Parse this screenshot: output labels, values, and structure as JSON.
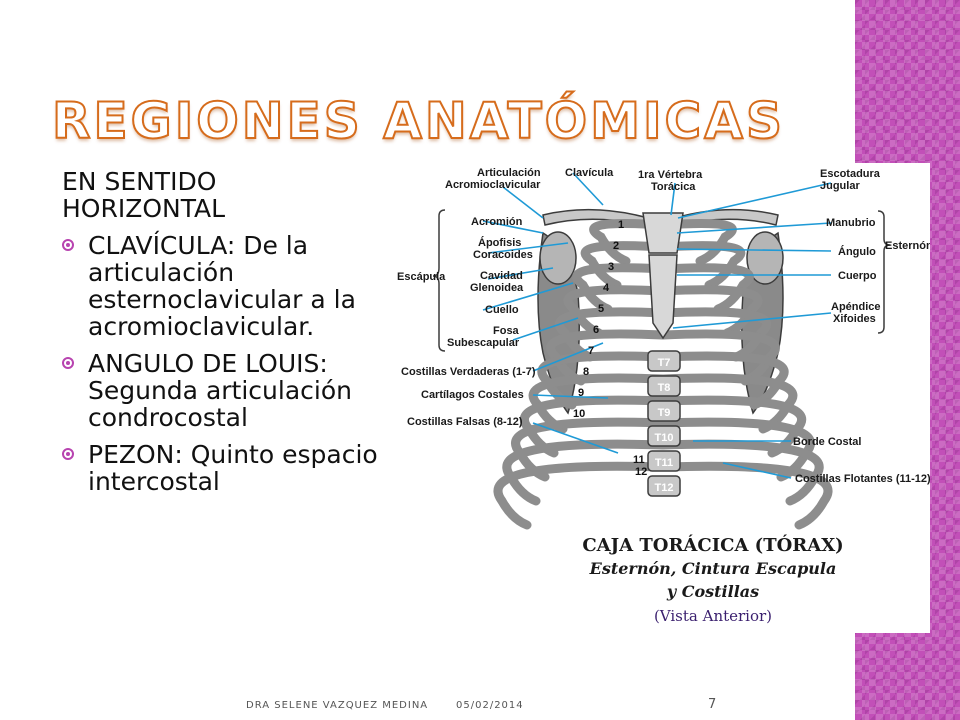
{
  "slide": {
    "title": "Regiones Anatómicas",
    "intro_line1": "EN SENTIDO",
    "intro_line2": "HORIZONTAL",
    "bullets": [
      "CLAVÍCULA: De la articulación esternoclavicular a la acromioclavicular.",
      "ANGULO DE LOUIS: Segunda articulación condrocostal",
      "PEZON: Quinto espacio intercostal"
    ]
  },
  "figure": {
    "caption_title": "CAJA TORÁCICA (TÓRAX)",
    "caption_line2": "Esternón, Cintura Escapula",
    "caption_line3": "y Costillas",
    "caption_line4": "(Vista Anterior)",
    "labels_left": {
      "articulacion": "Articulación",
      "acromioclavicular": "Acromioclavicular",
      "acromion": "Acromión",
      "apofisis": "Ápofisis",
      "coracoides": "Coracoides",
      "cavidad": "Cavidad",
      "glenoidea": "Glenoidea",
      "cuello": "Cuello",
      "fosa": "Fosa",
      "subescapular": "Subescapular",
      "escapula": "Escápula",
      "costillas_verdaderas": "Costillas Verdaderas (1-7)",
      "cartilagos": "Cartílagos Costales",
      "costillas_falsas": "Costillas Falsas (8-12)"
    },
    "labels_top": {
      "clavicula": "Clavícula",
      "vertebra_1": "1ra Vértebra",
      "toracica": "Torácica"
    },
    "labels_right": {
      "escotadura": "Escotadura",
      "jugular": "Jugular",
      "manubrio": "Manubrio",
      "angulo": "Ángulo",
      "cuerpo": "Cuerpo",
      "apendice": "Apéndice",
      "xifoides": "Xifoides",
      "esternon": "Esternón",
      "borde_costal": "Borde Costal",
      "costillas_flotantes": "Costillas Flotantes (11-12)"
    },
    "rib_numbers": [
      "1",
      "2",
      "3",
      "4",
      "5",
      "6",
      "7",
      "8",
      "9",
      "10",
      "11",
      "12"
    ],
    "vertebrae": [
      "T7",
      "T8",
      "T9",
      "T10",
      "T11",
      "T12"
    ]
  },
  "footer": {
    "author": "DRA SELENE VAZQUEZ MEDINA",
    "date": "05/02/2014",
    "page": "7"
  },
  "colors": {
    "accent_band": "#c24fb8",
    "title_stroke": "#d66c1c",
    "bullet": "#b844b0",
    "leader_line": "#1f9ad6",
    "bone": "#8d8d8d",
    "caption_purple": "#3a1f6e"
  }
}
